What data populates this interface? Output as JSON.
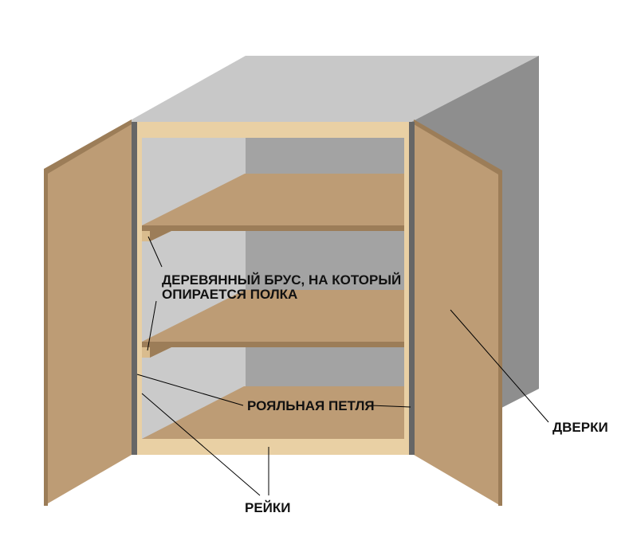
{
  "labels": {
    "beam_line1": "ДЕРЕВЯННЫЙ БРУС, НА КОТОРЫЙ",
    "beam_line2": "ОПИРАЕТСЯ ПОЛКА",
    "hinge": "РОЯЛЬНАЯ ПЕТЛЯ",
    "doors": "ДВЕРКИ",
    "rails": "РЕЙКИ"
  },
  "colors": {
    "top": "#c8c8c8",
    "side": "#8e8e8e",
    "back_right": "#a3a3a3",
    "back_left": "#cacaca",
    "frame": "#e9d0a4",
    "wood": "#bd9c75",
    "wood_edge": "#9c7d58",
    "hinge": "#666666"
  }
}
